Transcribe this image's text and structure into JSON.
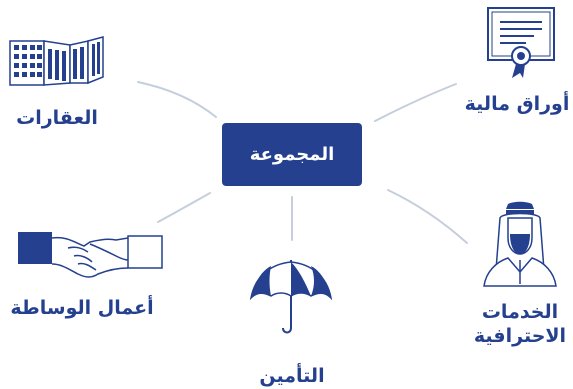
{
  "center": {
    "label": "المجموعة"
  },
  "nodes": {
    "real_estate": {
      "label": "العقارات",
      "icon": "buildings-icon"
    },
    "securities": {
      "label": "أوراق مالية",
      "icon": "certificate-icon"
    },
    "brokerage": {
      "label": "أعمال الوساطة",
      "icon": "handshake-icon"
    },
    "insurance": {
      "label": "التأمين",
      "icon": "umbrella-icon"
    },
    "professional": {
      "line1": "الخدمات",
      "line2": "الاحترافية",
      "icon": "person-icon"
    }
  },
  "colors": {
    "primary": "#24408f",
    "connector": "#c5cedc",
    "background": "#ffffff"
  }
}
